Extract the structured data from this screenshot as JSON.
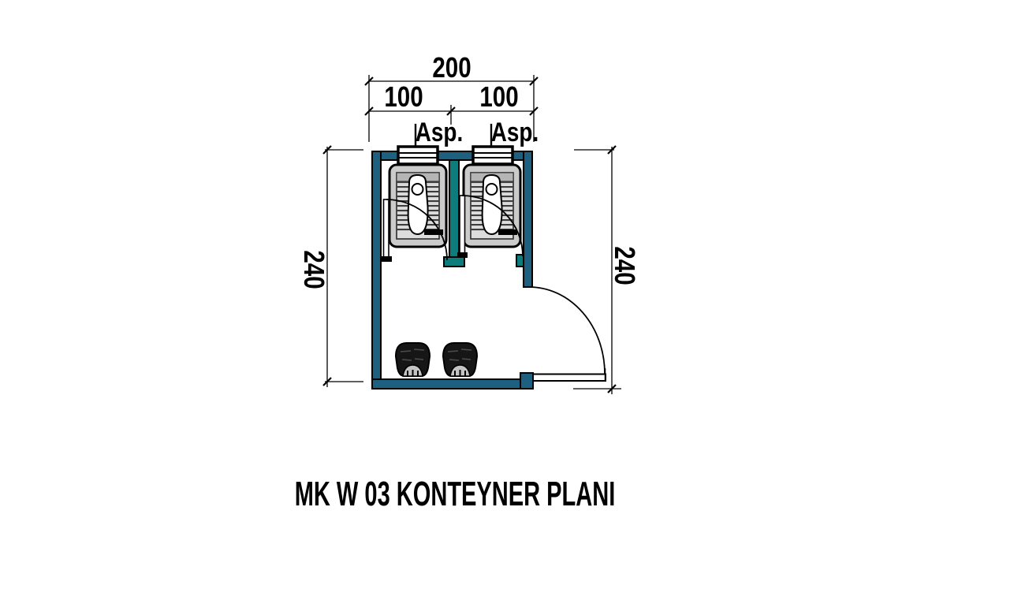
{
  "title": "MK W 03 KONTEYNER PLANI",
  "dimensions": {
    "total_width": "200",
    "left_bay_width": "100",
    "right_bay_width": "100",
    "left_height": "240",
    "right_height": "240"
  },
  "labels": {
    "vent_left": "Asp.",
    "vent_right": "Asp."
  },
  "fixtures": {
    "squat_toilets": 2,
    "wash_basins": 2,
    "stall_doors": 2,
    "entrance_doors": 1,
    "aspirator_vents": 2
  },
  "colors": {
    "background": "#ffffff",
    "line": "#000000",
    "wall": "#1d6080",
    "partition": "#0e7c7c",
    "fixture_gray": "#cbcbcb",
    "rib_gray": "#3d3d3d",
    "basin_dark": "#161616",
    "basin_scallop": "#c4c4c4"
  }
}
